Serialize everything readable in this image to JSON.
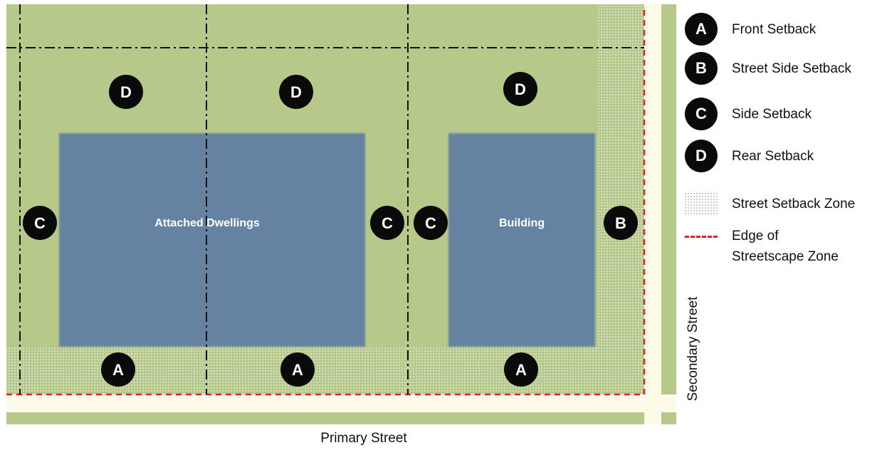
{
  "diagram": {
    "colors": {
      "lot": "#b6c88a",
      "building": "#6583a0",
      "street": "#fdfbe8",
      "grass": "#b6c88a",
      "setback_zone_dot": "#d6dfc4",
      "edge_line": "#e02020",
      "line": "#111111",
      "badge": "#0a0a0a"
    },
    "buildings": {
      "attached": "Attached Dwellings",
      "single": "Building"
    },
    "badges": {
      "a": "A",
      "b": "B",
      "c": "C",
      "d": "D"
    },
    "streets": {
      "primary": "Primary Street",
      "secondary": "Secondary Street"
    }
  },
  "legend": {
    "front_setback": "Front Setback",
    "street_side_setback": "Street Side Setback",
    "side_setback": "Side Setback",
    "rear_setback": "Rear Setback",
    "street_setback_zone": "Street Setback Zone",
    "edge_line1": "Edge of",
    "edge_line2": "Streetscape Zone"
  }
}
